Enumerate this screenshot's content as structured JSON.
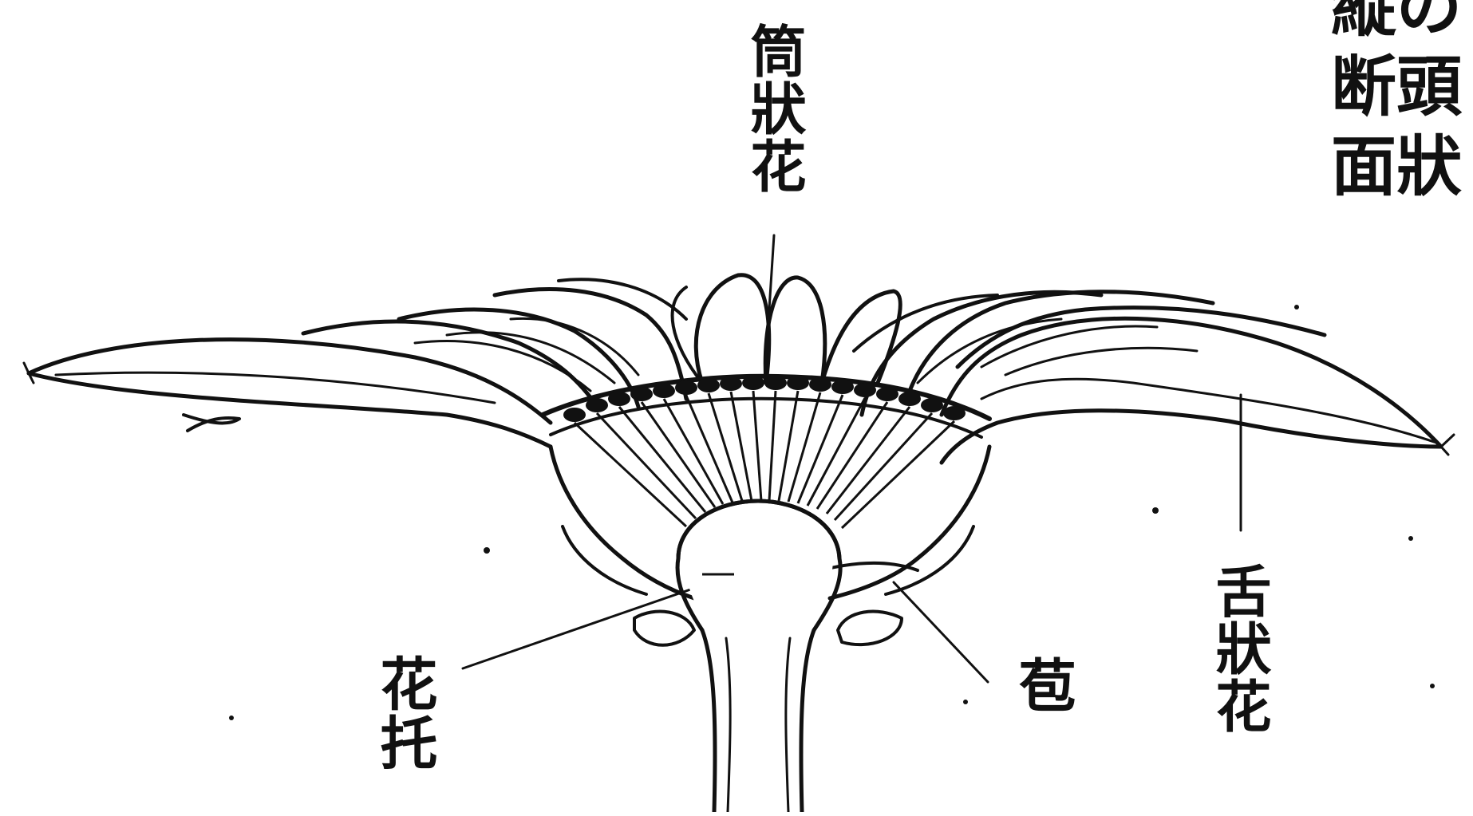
{
  "title_lines": [
    "縦の",
    "断頭",
    "面狀"
  ],
  "labels": {
    "tubular_flower": "筒狀花",
    "ligulate_flower": "舌狀花",
    "bract": "苞",
    "receptacle": "花托"
  },
  "colors": {
    "ink": "#111111",
    "background": "#ffffff"
  }
}
